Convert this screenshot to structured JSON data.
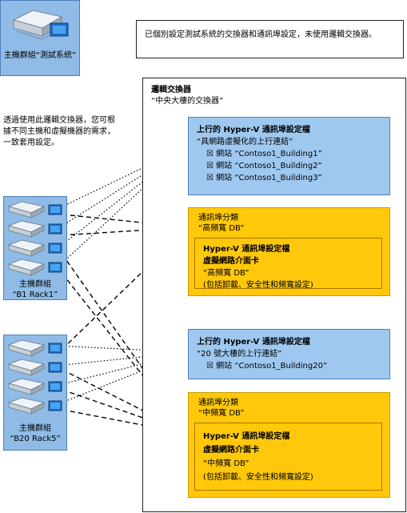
{
  "test_group": {
    "label": "主機群組“測試系統”",
    "note": "已個別設定測試系統的交換器和通訊埠設定，未使用邏輯交換器。"
  },
  "logical_switch": {
    "title": "邏輯交換器",
    "name": "“中央大樓的交換器”"
  },
  "side_note": {
    "lines": [
      "透過使用此邏輯交換器，您可根",
      "據不同主機和虛擬機器的需求，",
      "一致套用設定。"
    ]
  },
  "host_groups": [
    {
      "label_line1": "主機群組",
      "label_line2": "“B1 Rack1”"
    },
    {
      "label_line1": "主機群組",
      "label_line2": "“B20 Rack5”"
    }
  ],
  "uplink_profile_1": {
    "title": "上行的 Hyper-V 通訊埠設定檔",
    "name": "“具網路虛擬化的上行連結”",
    "sites": [
      "☒ 網站 “Contoso1_Building1”",
      "☒ 網站 “Contoso1_Building2”",
      "☒ 網站 “Contoso1_Building3”"
    ]
  },
  "port_class_1": {
    "title": "通訊埠分類",
    "name": "“高頻寬 DB”",
    "vnic": {
      "title": "Hyper-V 通訊埠設定檔",
      "subtitle": "虛擬網路介面卡",
      "name": "“高頻寬 DB”",
      "desc": "(包括卸載、安全性和頻寬設定)"
    }
  },
  "uplink_profile_2": {
    "title": "上行的 Hyper-V 通訊埠設定檔",
    "name": "“20 號大樓的上行連結”",
    "sites": [
      "☒ 網站 “Contoso1_Building20”"
    ]
  },
  "port_class_2": {
    "title": "通訊埠分類",
    "name": "“中頻寬 DB”",
    "vnic": {
      "title": "Hyper-V 通訊埠設定檔",
      "subtitle": "虛擬網路介面卡",
      "name": "“中頻寬 DB”",
      "desc": "(包括卸載、安全性和頻寬設定)"
    }
  }
}
